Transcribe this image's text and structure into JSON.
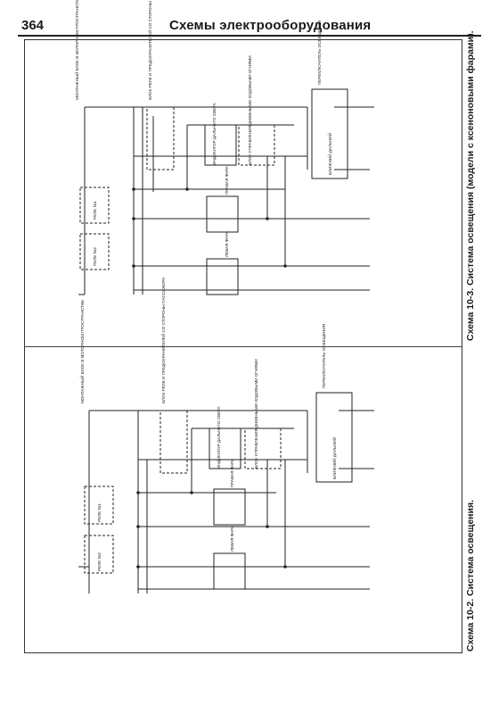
{
  "header": {
    "page_number": "364",
    "section_title": "Схемы электрооборудования"
  },
  "captions": {
    "top_diagram": "Схема 10-3. Система освещения (модели с ксеноновыми фарами).",
    "bottom_diagram": "Схема 10-2. Система освещения."
  },
  "diagram_labels": {
    "engine_bay_block": "МОНТАЖНЫЙ БЛОК В МОТОРНОМ ПРОСТРАНСТВЕ",
    "relay_block": "БЛОК РЕЛЕ И ПРЕДОХРАНИТЕЛЕЙ СО СТОРОНЫ ПАССАЖИРА",
    "light_switch": "ПЕРЕКЛЮЧАТЕЛЬ ОСВЕЩЕНИЯ",
    "right_headlight": "ПРАВАЯ ФАРА",
    "left_headlight": "ЛЕВАЯ ФАРА",
    "high_beam_indicator": "ИНДИКАТОР ДАЛЬНЕГО СВЕТА",
    "daytime_running_module": "БЛОК УПРАВЛЕНИЯ ДНЕВНЫМИ ХОДОВЫМИ ОГНЯМИ",
    "relay_1": "РЕЛЕ №1",
    "relay_2": "РЕЛЕ №2",
    "switch_positions": "БЛИЖНИЙ ДАЛЬНИЙ"
  }
}
